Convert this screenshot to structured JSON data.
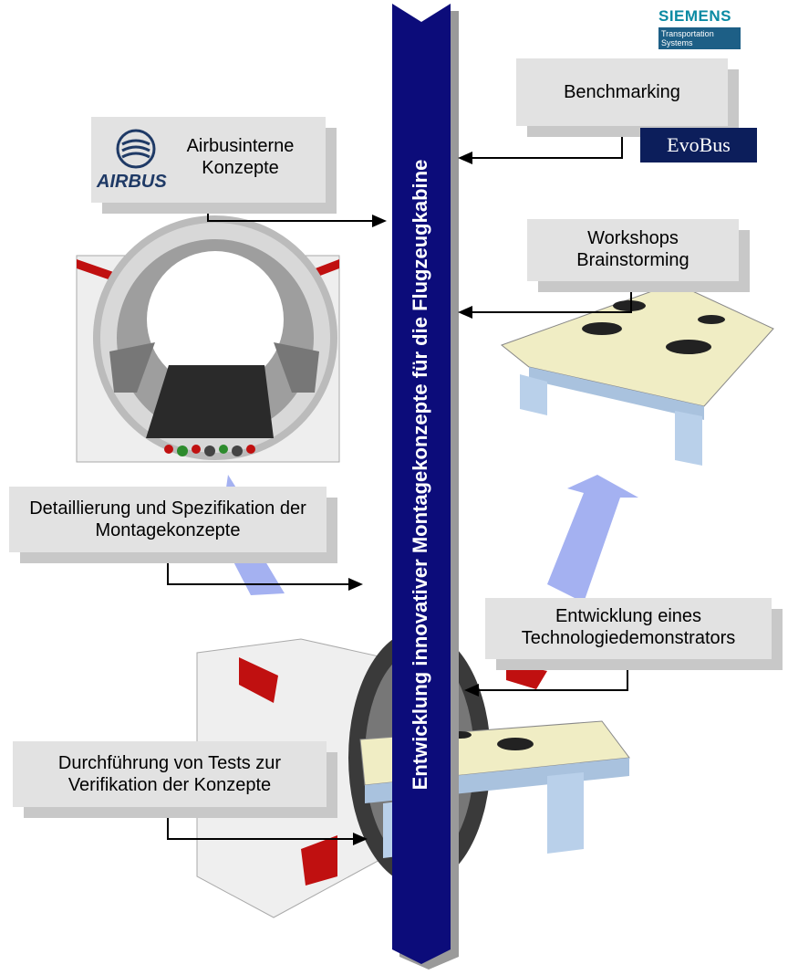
{
  "title": "Entwicklung innovativer Montagekonzepte für die Flugzeugkabine",
  "boxes": {
    "benchmarking": "Benchmarking",
    "airbus_line1": "Airbusinterne",
    "airbus_line2": "Konzepte",
    "workshops_line1": "Workshops",
    "workshops_line2": "Brainstorming",
    "detail_line1": "Detaillierung und Spezifikation der",
    "detail_line2": "Montagekonzepte",
    "demo_line1": "Entwicklung eines",
    "demo_line2": "Technologiedemonstrators",
    "tests_line1": "Durchführung von Tests zur",
    "tests_line2": "Verifikation der Konzepte"
  },
  "logos": {
    "siemens_word": "SIEMENS",
    "siemens_sub1": "Transportation",
    "siemens_sub2": "Systems",
    "evobus": "EvoBus",
    "airbus": "AIRBUS"
  },
  "colors": {
    "bar": "#0c0c7a",
    "box": "#e2e2e2",
    "shadow": "#c8c8c8",
    "arrow_light": "#9aa8f0",
    "cabin_red": "#c01010",
    "panel": "#f0edc4"
  }
}
